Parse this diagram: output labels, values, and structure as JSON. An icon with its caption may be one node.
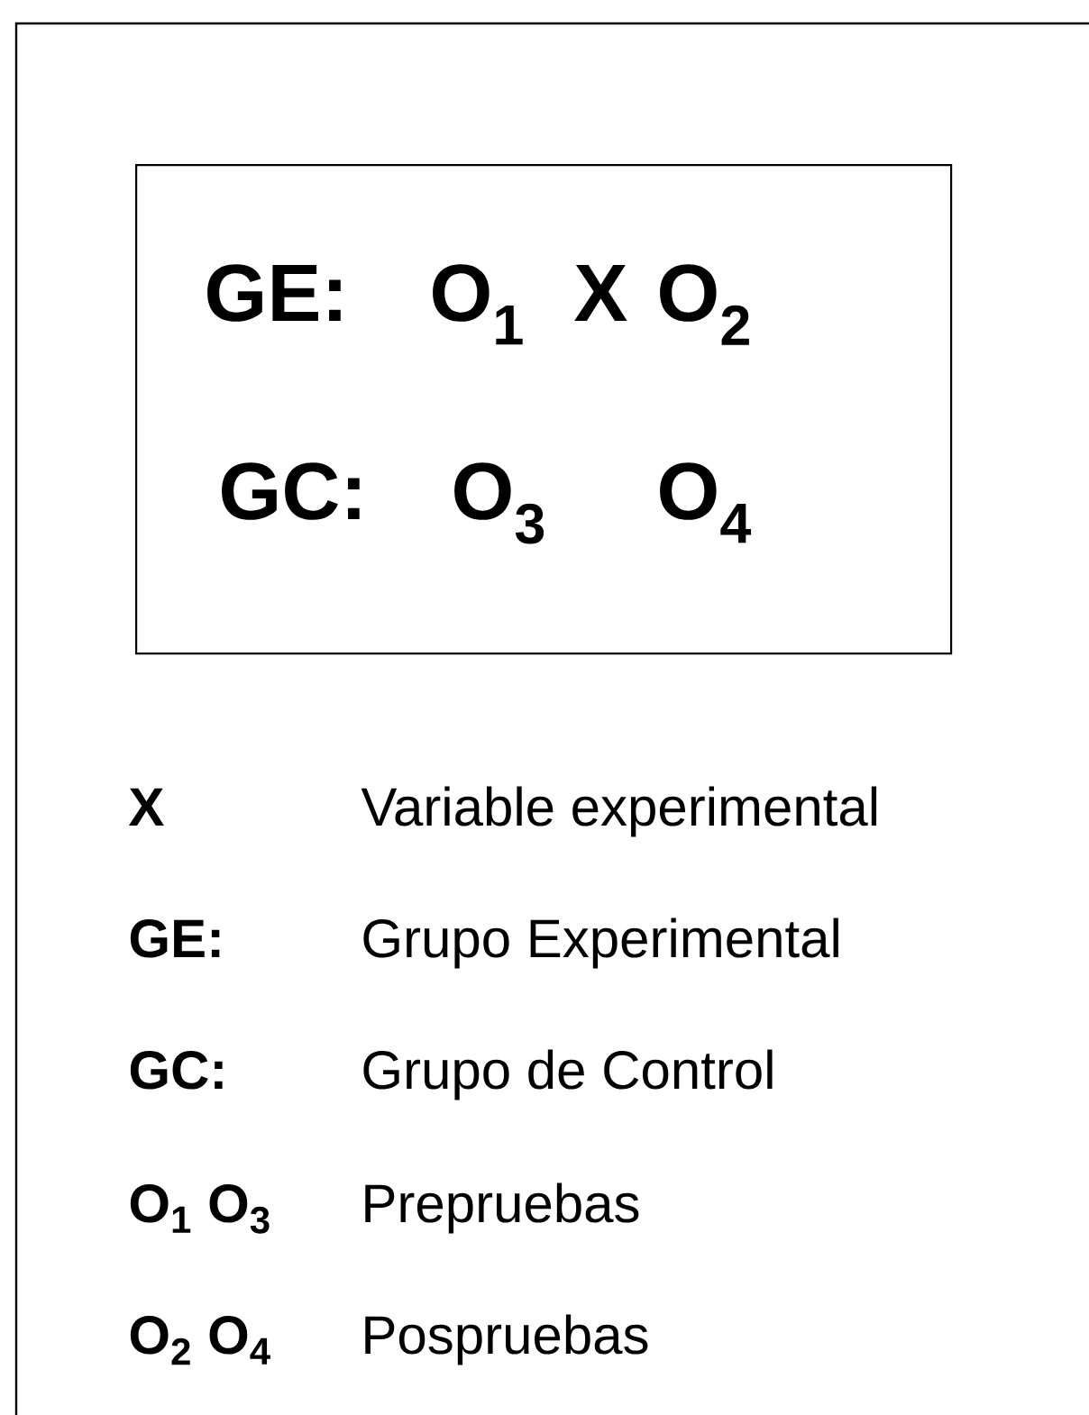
{
  "diagram": {
    "nodes": [
      {
        "text": [
          "GE:",
          "O$_{1}$",
          "X",
          "O$_{2}$",
          "GC:",
          "O$_{3}$",
          "O$_{4}$"
        ]
      }
    ],
    "labels": [
      "X",
      "Variable experimental",
      "GE:",
      "Grupo Experimental",
      "GC:",
      "Grupo de Control",
      "O$_{1}$  O$_{3}$",
      "Prepruebas",
      "O$_{2}$  O$_{4}$",
      "Pospruebas"
    ]
  }
}
